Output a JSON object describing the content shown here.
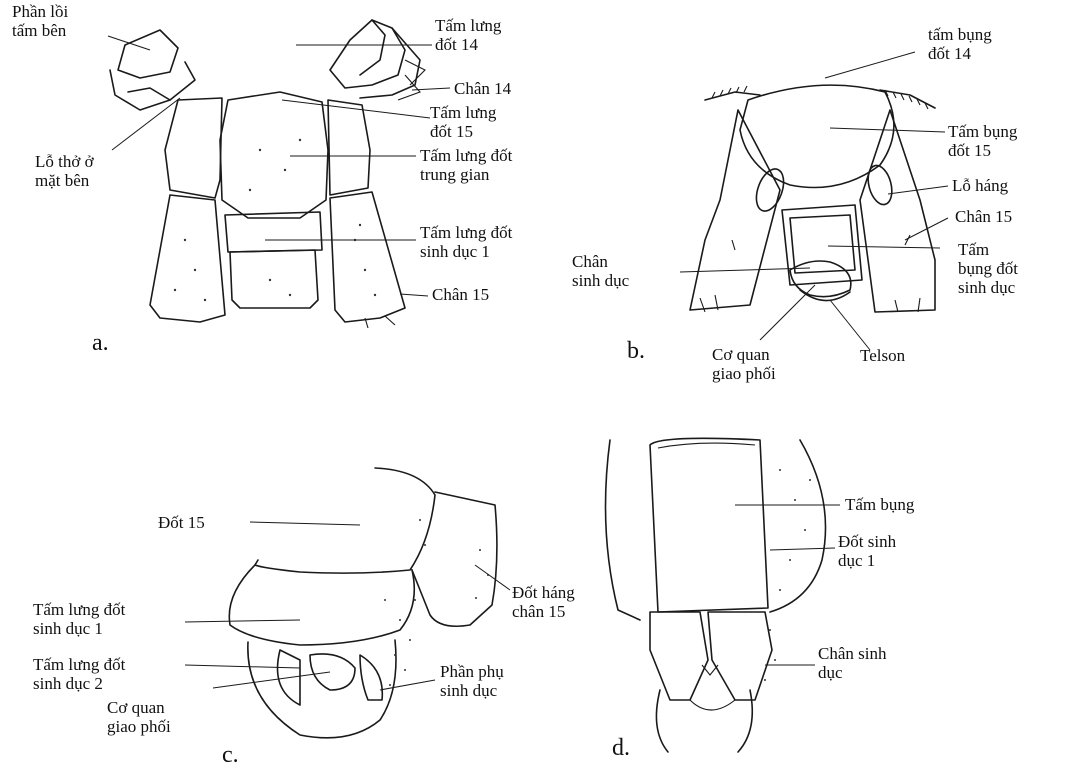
{
  "panels": {
    "a": {
      "tag": "a.",
      "labels": {
        "phan_loi": "Phần lồi\ntấm bên",
        "tam_lung_14": "Tấm lưng\nđốt 14",
        "chan_14": "Chân 14",
        "tam_lung_15": "Tấm lưng\nđốt 15",
        "lo_tho": "Lỗ thở ở\nmặt bên",
        "tam_lung_trung_gian": "Tấm lưng đốt\ntrung gian",
        "tam_lung_sinh_duc_1": "Tấm lưng đốt\nsinh dục 1",
        "chan_15": "Chân 15"
      }
    },
    "b": {
      "tag": "b.",
      "labels": {
        "tam_bung_14": "tấm bụng\nđốt 14",
        "tam_bung_15": "Tấm bụng\nđốt 15",
        "lo_hang": "Lỗ háng",
        "chan_15": "Chân 15",
        "chan_sinh_duc": "Chân\nsinh dục",
        "tam_bung_sinh_duc": "Tấm\nbụng đốt\nsinh dục",
        "co_quan": "Cơ quan\ngiao phối",
        "telson": "Telson"
      }
    },
    "c": {
      "tag": "c.",
      "labels": {
        "dot_15": "Đốt 15",
        "dot_hang": "Đốt háng\nchân 15",
        "tam_lung_sd1": "Tấm lưng đốt\nsinh dục 1",
        "tam_lung_sd2": "Tấm lưng đốt\nsinh dục 2",
        "co_quan": "Cơ quan\ngiao phối",
        "phan_phu": "Phần phụ\nsinh dục"
      }
    },
    "d": {
      "tag": "d.",
      "labels": {
        "tam_bung": "Tấm bụng",
        "dot_sinh_duc_1": "Đốt sinh\ndục 1",
        "chan_sinh_duc": "Chân sinh\ndục"
      }
    }
  }
}
